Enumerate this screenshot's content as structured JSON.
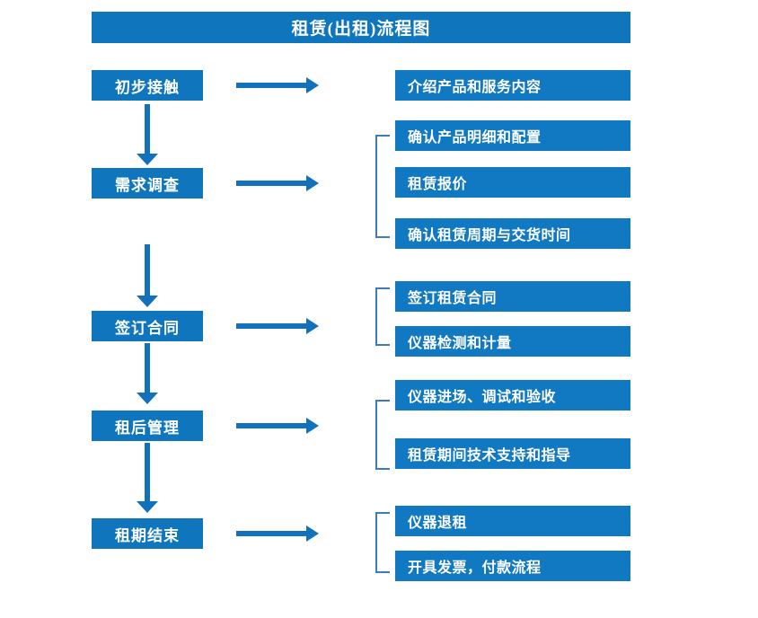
{
  "chart_data": {
    "type": "diagram",
    "title": "租赁(出租)流程图",
    "stages": [
      {
        "label": "初步接触",
        "details": [
          "介绍产品和服务内容"
        ]
      },
      {
        "label": "需求调查",
        "details": [
          "确认产品明细和配置",
          "租赁报价",
          "确认租赁周期与交货时间"
        ]
      },
      {
        "label": "签订合同",
        "details": [
          "签订租赁合同",
          "仪器检测和计量"
        ]
      },
      {
        "label": "租后管理",
        "details": [
          "仪器进场、调试和验收",
          "租赁期间技术支持和指导"
        ]
      },
      {
        "label": "租期结束",
        "details": [
          "仪器退租",
          "开具发票，付款流程"
        ]
      }
    ]
  },
  "title": "租赁(出租)流程图",
  "stage_boxes": [
    {
      "label": "初步接触"
    },
    {
      "label": "需求调查"
    },
    {
      "label": "签订合同"
    },
    {
      "label": "租后管理"
    },
    {
      "label": "租期结束"
    }
  ],
  "detail_boxes": [
    {
      "label": "介绍产品和服务内容"
    },
    {
      "label": "确认产品明细和配置"
    },
    {
      "label": "租赁报价"
    },
    {
      "label": "确认租赁周期与交货时间"
    },
    {
      "label": "签订租赁合同"
    },
    {
      "label": "仪器检测和计量"
    },
    {
      "label": "仪器进场、调试和验收"
    },
    {
      "label": "租赁期间技术支持和指导"
    },
    {
      "label": "仪器退租"
    },
    {
      "label": "开具发票，付款流程"
    }
  ],
  "colors": {
    "box_fill": "#0F76BE",
    "detail_fill": "#1178C2",
    "arrow": "#1271BC",
    "bracket": "#3C7CB8",
    "text": "#FFFFFF",
    "background": "#FFFFFF"
  }
}
